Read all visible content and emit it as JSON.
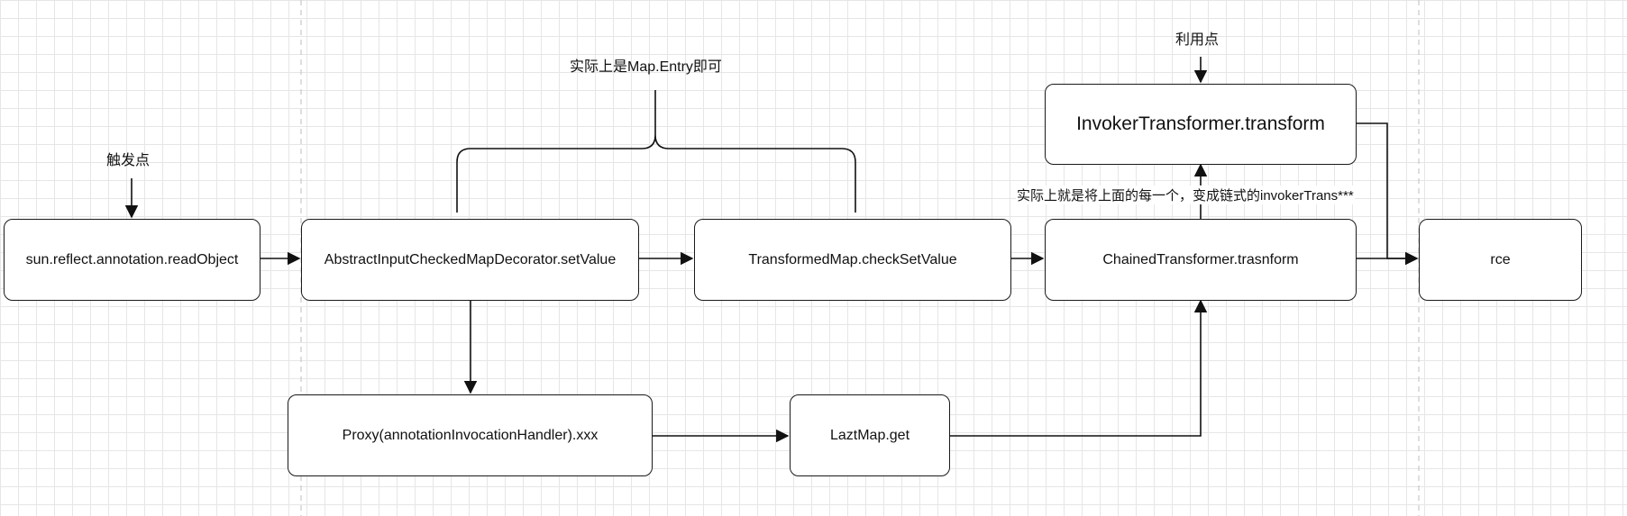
{
  "annotations": {
    "trigger": "触发点",
    "map_entry": "实际上是Map.Entry即可",
    "exploit": "利用点",
    "chain_note": "实际上就是将上面的每一个，变成链式的invokerTrans***"
  },
  "nodes": {
    "read_object": "sun.reflect.annotation.readObject",
    "set_value": "AbstractInputCheckedMapDecorator.setValue",
    "check_set_value": "TransformedMap.checkSetValue",
    "chained_transform": "ChainedTransformer.trasnform",
    "rce": "rce",
    "invoker_transform": "InvokerTransformer.transform",
    "proxy": "Proxy(annotationInvocationHandler).xxx",
    "lazy_map_get": "LaztMap.get"
  }
}
